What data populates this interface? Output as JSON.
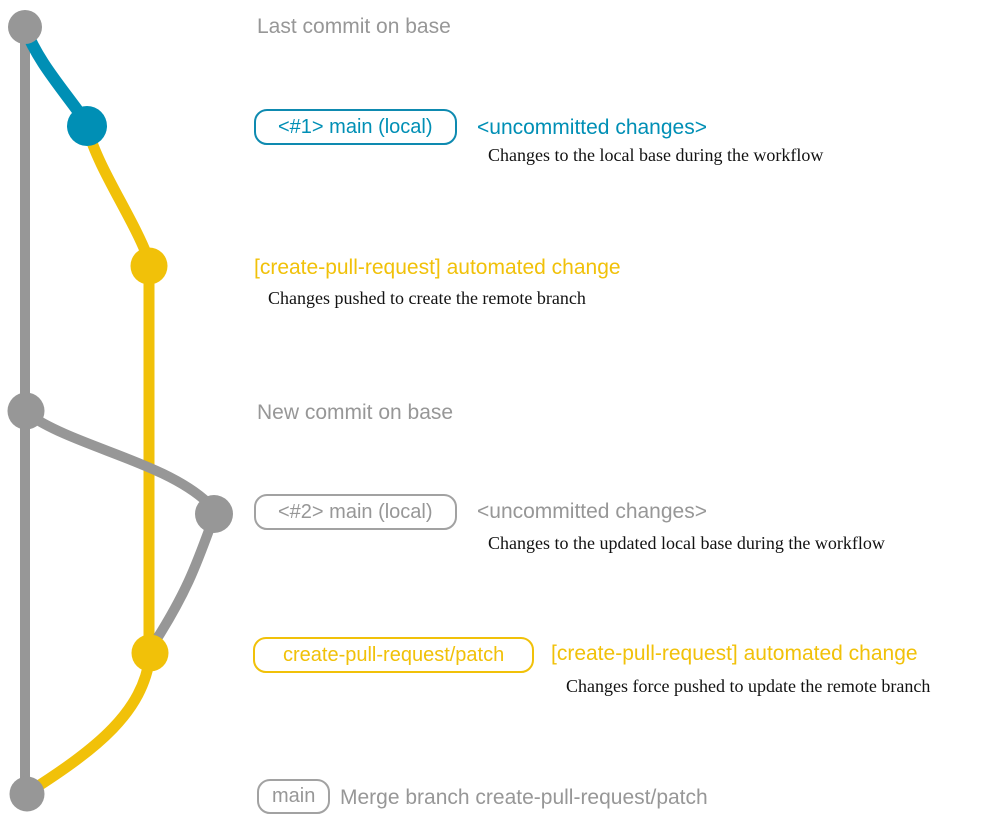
{
  "colors": {
    "base_gray": "#979797",
    "local_blue": "#008fb5",
    "branch_yellow": "#f1c109",
    "annotation_black": "#121212",
    "background": "#ffffff"
  },
  "graph": {
    "base_top": {
      "message": "Last commit on base"
    },
    "main1": {
      "badge": "<#1> main (local)",
      "message": "<uncommitted changes>",
      "note": "Changes to the local base during the workflow"
    },
    "cpr1": {
      "message": "[create-pull-request] automated change",
      "note": "Changes pushed to create the remote branch"
    },
    "base_new": {
      "message": "New commit on base"
    },
    "main2": {
      "badge": "<#2> main (local)",
      "message": "<uncommitted changes>",
      "note": "Changes to the updated local base during the workflow"
    },
    "cpr2": {
      "badge": "create-pull-request/patch",
      "message": "[create-pull-request] automated change",
      "note": "Changes force pushed to update the remote branch"
    },
    "merge": {
      "badge": "main",
      "message": "Merge branch create-pull-request/patch"
    }
  }
}
